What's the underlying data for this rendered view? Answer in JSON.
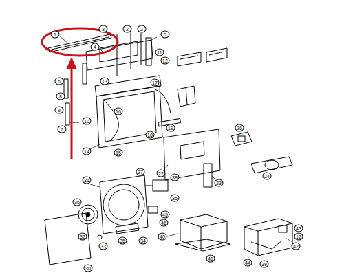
{
  "diagram": {
    "labels": [
      "1",
      "3",
      "2",
      "2",
      "5",
      "4",
      "11",
      "12",
      "6",
      "13",
      "17",
      "8",
      "9",
      "10",
      "7",
      "16",
      "19",
      "18",
      "15",
      "14",
      "26",
      "24",
      "22",
      "23",
      "31",
      "37",
      "38",
      "35",
      "36",
      "45",
      "46",
      "34",
      "35",
      "32",
      "33",
      "40",
      "41",
      "30",
      "43",
      "12",
      "42",
      "44",
      "39"
    ]
  }
}
